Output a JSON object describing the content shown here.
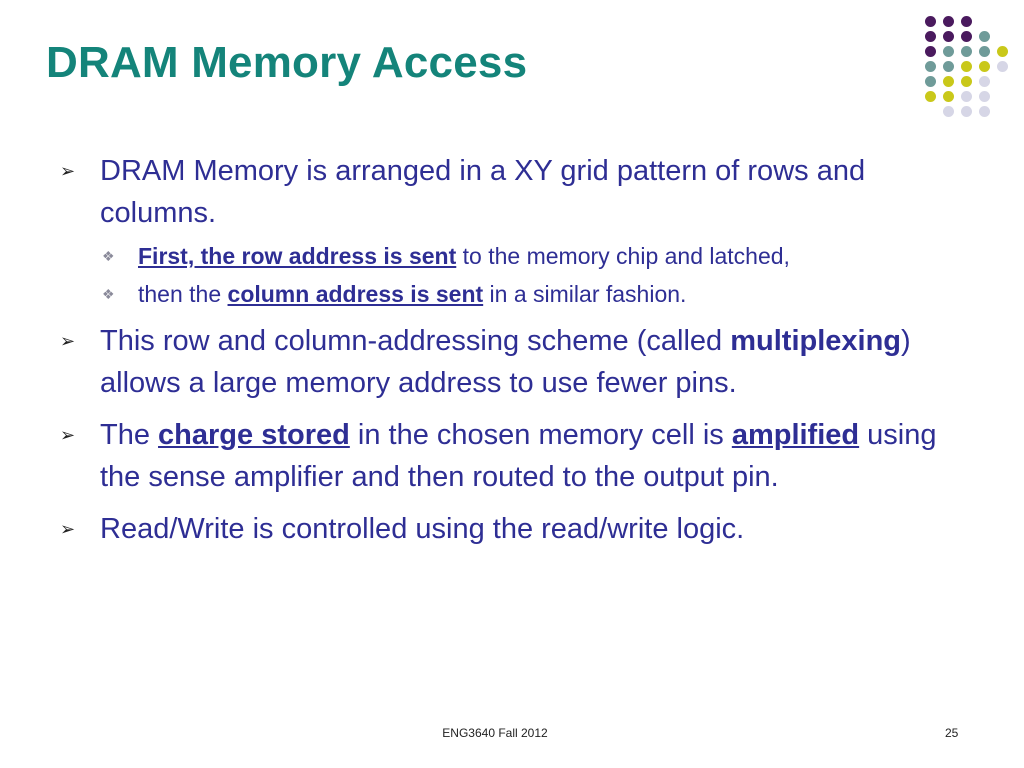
{
  "title": "DRAM Memory Access",
  "colors": {
    "title": "#14847a",
    "text": "#2e2e94",
    "purple": "#4a1a5e",
    "teal": "#6f9b99",
    "yellow": "#c9c81a",
    "lavender": "#d6d6e6"
  },
  "bullets": {
    "b1": {
      "text": "DRAM Memory is arranged in a XY grid pattern of rows and columns."
    },
    "b1_sub1": {
      "emph": "First, the row address is sent",
      "rest": " to the memory chip and latched,"
    },
    "b1_sub2": {
      "pre": "then the ",
      "emph": "column address is sent",
      "rest": " in a similar fashion."
    },
    "b2": {
      "pre": "This row and column-addressing scheme (called ",
      "emph": "multiplexing",
      "rest": ") allows a large memory address to use fewer pins."
    },
    "b3": {
      "pre": "The ",
      "emph1": "charge stored",
      "mid": " in the chosen memory cell is ",
      "emph2": "amplified",
      "rest": " using the sense amplifier and then routed to the output pin."
    },
    "b4": {
      "text": "Read/Write is controlled using the read/write logic."
    }
  },
  "markers": {
    "level1": "➢",
    "level2": "❖"
  },
  "footer": {
    "course": "ENG3640 Fall 2012",
    "page": "25"
  }
}
